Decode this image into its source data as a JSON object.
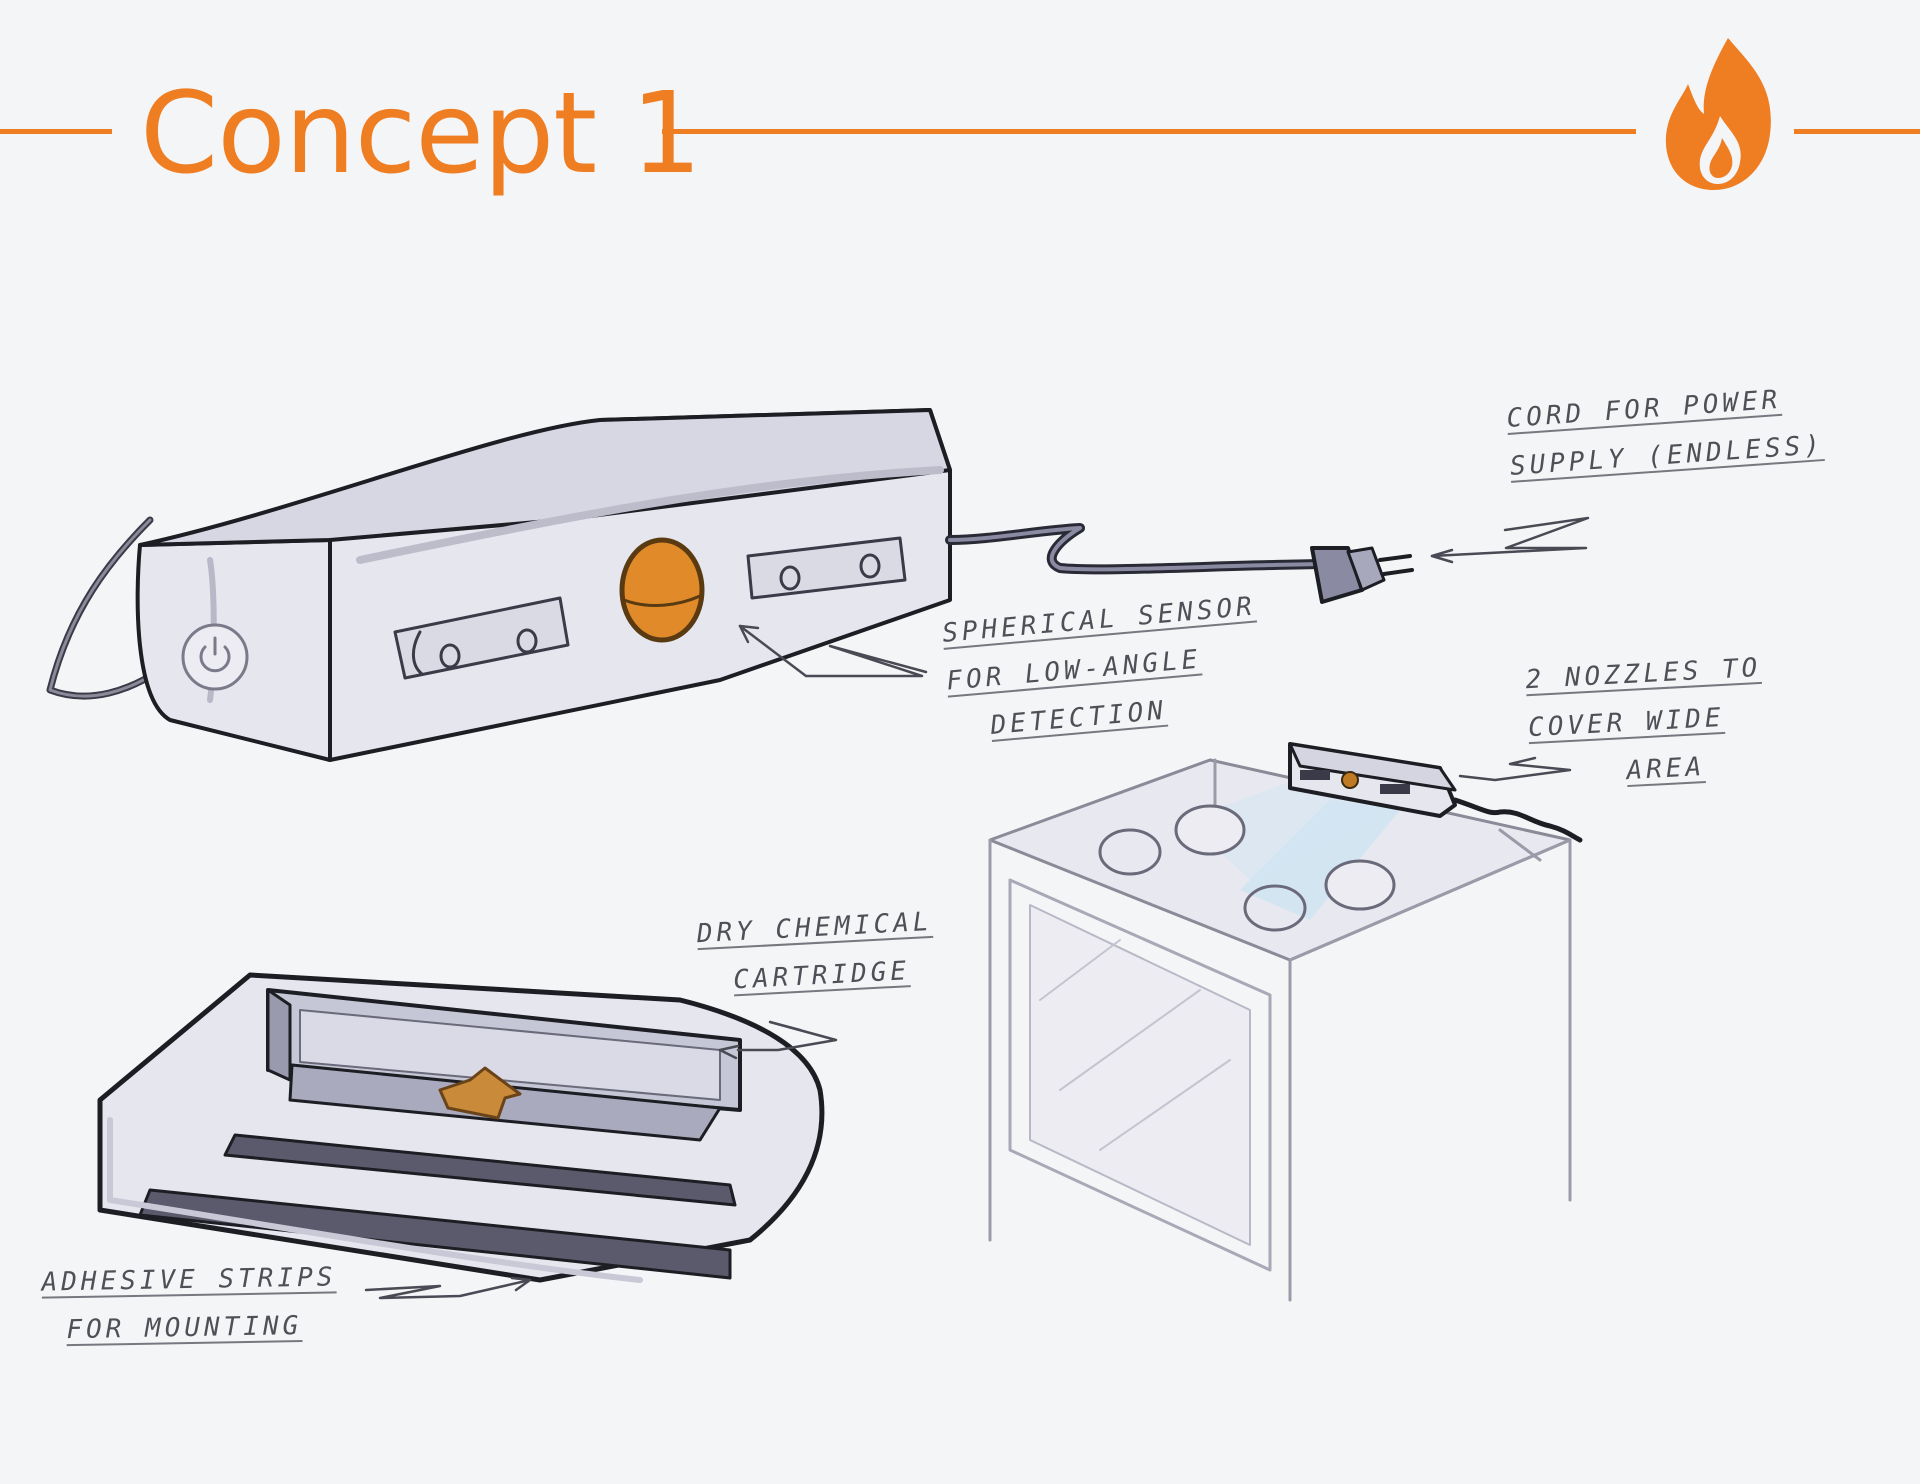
{
  "title": "Concept 1",
  "accent_color": "#ef7d22",
  "header_icon": "flame-icon",
  "annotations": {
    "cord": [
      "CORD FOR POWER",
      "SUPPLY (ENDLESS)"
    ],
    "sensor": [
      "SPHERICAL SENSOR",
      "FOR LOW-ANGLE",
      "DETECTION"
    ],
    "nozzles": [
      "2 NOZZLES TO",
      "COVER WIDE",
      "AREA"
    ],
    "cartridge": [
      "DRY CHEMICAL",
      "CARTRIDGE"
    ],
    "adhesive": [
      "ADHESIVE STRIPS",
      "FOR MOUNTING"
    ]
  }
}
